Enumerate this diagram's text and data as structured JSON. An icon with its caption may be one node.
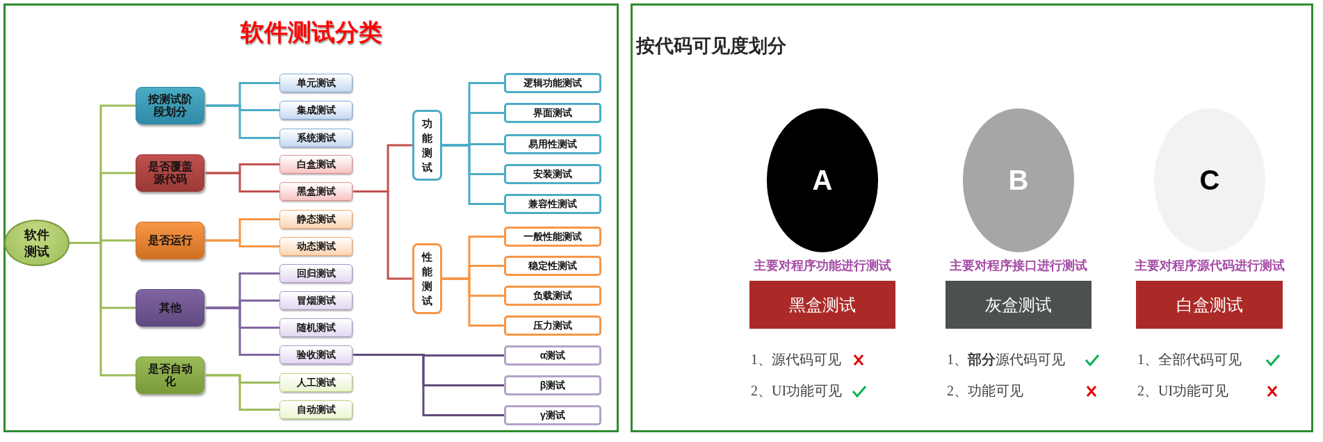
{
  "diagram": {
    "nodes": [
      {
        "text": [
          "软件测试分类"
        ]
      },
      {
        "text": [
          "软件测试"
        ],
        "in": 0
      },
      {
        "text": [
          "按测试阶段划分"
        ],
        "in": 0
      },
      {
        "text": [
          "单元测试"
        ],
        "in": 0
      },
      {
        "text": [
          "集成测试"
        ],
        "in": 0
      },
      {
        "text": [
          "系统测试"
        ],
        "in": 0
      },
      {
        "text": [
          "是否覆盖源代码"
        ],
        "in": 0
      },
      {
        "text": [
          "白盒测试"
        ],
        "in": 0
      },
      {
        "text": [
          "黑盒测试"
        ],
        "in": 0
      },
      {
        "text": [
          "功能测试"
        ],
        "in": 0
      },
      {
        "text": [
          "逻辑功能测试"
        ],
        "in": 0
      },
      {
        "text": [
          "界面测试"
        ],
        "in": 0
      },
      {
        "text": [
          "易用性测试"
        ],
        "in": 0
      },
      {
        "text": [
          "安装测试"
        ],
        "in": 0
      },
      {
        "text": [
          "兼容性测试"
        ],
        "in": 0
      },
      {
        "text": [
          "性能测试"
        ],
        "in": 0
      },
      {
        "text": [
          "一般性能测试"
        ],
        "in": 0
      },
      {
        "text": [
          "稳定性测试"
        ],
        "in": 0
      },
      {
        "text": [
          "负载测试"
        ],
        "in": 0
      },
      {
        "text": [
          "压力测试"
        ],
        "in": 0
      },
      {
        "text": [
          "是否运行"
        ],
        "in": 0
      },
      {
        "text": [
          "静态测试"
        ],
        "in": 0
      },
      {
        "text": [
          "动态测试"
        ],
        "in": 0
      },
      {
        "text": [
          "其他"
        ],
        "in": 0
      },
      {
        "text": [
          "回归测试"
        ],
        "in": 0
      },
      {
        "text": [
          "冒烟测试"
        ],
        "in": 0
      },
      {
        "text": [
          "随机测试"
        ],
        "in": 0
      },
      {
        "text": [
          "验收测试"
        ],
        "in": 0
      },
      {
        "text": [
          "α测试"
        ],
        "in": 0
      },
      {
        "text": [
          "β测试"
        ],
        "in": 0
      },
      {
        "text": [
          "γ测试"
        ],
        "in": 0
      },
      {
        "text": [
          "是否自动化"
        ],
        "in": 0
      },
      {
        "text": [
          "人工测试"
        ],
        "in": 0
      },
      {
        "text": [
          "自动测试"
        ],
        "in": 0
      },
      {
        "text": [
          "按代码可见度划分"
        ]
      },
      {
        "text": [
          "A"
        ],
        "in": 34
      },
      {
        "text": [
          "B"
        ],
        "in": 34
      },
      {
        "text": [
          "C"
        ],
        "in": 34
      },
      {
        "text": [
          "黑盒测试"
        ],
        "in": 34,
        "beside": [
          "主要对程序功能进行测试",
          "1、源代码可见",
          "2、UI功能可见"
        ]
      },
      {
        "text": [
          "灰盒测试"
        ],
        "in": 34,
        "beside": [
          "主要对程序接口进行测试",
          "1、**部分**源代码可见",
          "2、功能可见"
        ]
      },
      {
        "text": [
          "白盒测试"
        ],
        "in": 34,
        "beside": [
          "主要对程序源代码进行测试",
          "1、全部代码可见",
          "2、UI功能可见"
        ]
      }
    ],
    "edges": [
      {
        "from": 1,
        "to": 2,
        "arrow": "none",
        "color": "#9bbb59"
      },
      {
        "from": 1,
        "to": 6,
        "arrow": "none",
        "color": "#9bbb59"
      },
      {
        "from": 1,
        "to": 20,
        "arrow": "none",
        "color": "#9bbb59"
      },
      {
        "from": 1,
        "to": 23,
        "arrow": "none",
        "color": "#9bbb59"
      },
      {
        "from": 1,
        "to": 31,
        "arrow": "none",
        "color": "#9bbb59"
      },
      {
        "from": 2,
        "to": 3,
        "arrow": "none",
        "color": "#4bacc6"
      },
      {
        "from": 2,
        "to": 4,
        "arrow": "none",
        "color": "#4bacc6"
      },
      {
        "from": 2,
        "to": 5,
        "arrow": "none",
        "color": "#4bacc6"
      },
      {
        "from": 6,
        "to": 7,
        "arrow": "none",
        "color": "#c0504d"
      },
      {
        "from": 6,
        "to": 8,
        "arrow": "none",
        "color": "#c0504d"
      },
      {
        "from": 8,
        "to": 9,
        "arrow": "none",
        "color": "#c0504d"
      },
      {
        "from": 8,
        "to": 15,
        "arrow": "none",
        "color": "#c0504d"
      },
      {
        "from": 9,
        "to": 10,
        "arrow": "none",
        "color": "#4bacc6"
      },
      {
        "from": 9,
        "to": 11,
        "arrow": "none",
        "color": "#4bacc6"
      },
      {
        "from": 9,
        "to": 12,
        "arrow": "none",
        "color": "#4bacc6"
      },
      {
        "from": 9,
        "to": 13,
        "arrow": "none",
        "color": "#4bacc6"
      },
      {
        "from": 9,
        "to": 14,
        "arrow": "none",
        "color": "#4bacc6"
      },
      {
        "from": 15,
        "to": 16,
        "arrow": "none",
        "color": "#f79646"
      },
      {
        "from": 15,
        "to": 17,
        "arrow": "none",
        "color": "#f79646"
      },
      {
        "from": 15,
        "to": 18,
        "arrow": "none",
        "color": "#f79646"
      },
      {
        "from": 15,
        "to": 19,
        "arrow": "none",
        "color": "#f79646"
      },
      {
        "from": 20,
        "to": 21,
        "arrow": "none",
        "color": "#f79646"
      },
      {
        "from": 20,
        "to": 22,
        "arrow": "none",
        "color": "#f79646"
      },
      {
        "from": 23,
        "to": 24,
        "arrow": "none",
        "color": "#8064a2"
      },
      {
        "from": 23,
        "to": 25,
        "arrow": "none",
        "color": "#8064a2"
      },
      {
        "from": 23,
        "to": 26,
        "arrow": "none",
        "color": "#8064a2"
      },
      {
        "from": 23,
        "to": 27,
        "arrow": "none",
        "color": "#8064a2"
      },
      {
        "from": 27,
        "to": 28,
        "arrow": "none",
        "color": "#604a7b"
      },
      {
        "from": 27,
        "to": 29,
        "arrow": "none",
        "color": "#604a7b"
      },
      {
        "from": 27,
        "to": 30,
        "arrow": "none",
        "color": "#604a7b"
      },
      {
        "from": 31,
        "to": 32,
        "arrow": "none",
        "color": "#9bbb59"
      },
      {
        "from": 31,
        "to": 33,
        "arrow": "none",
        "color": "#9bbb59"
      }
    ]
  }
}
